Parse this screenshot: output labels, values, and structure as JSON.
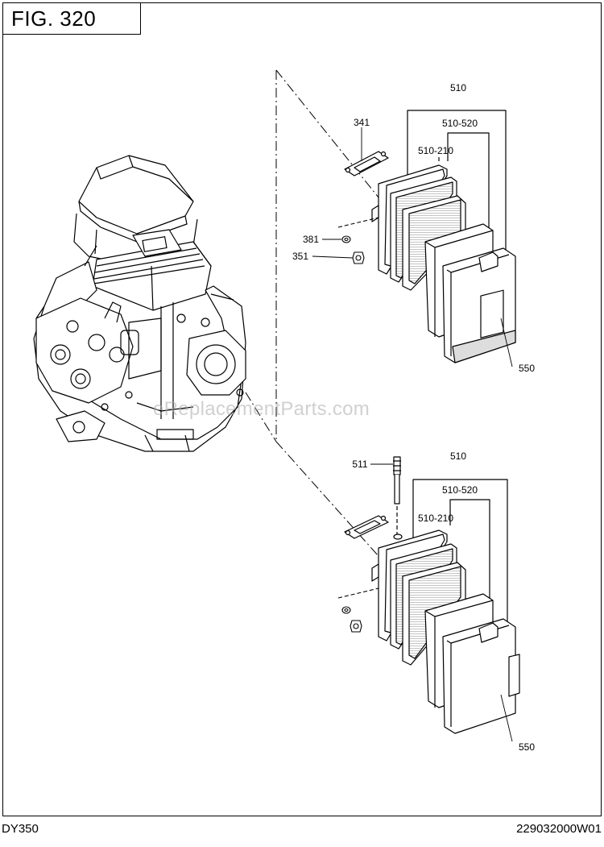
{
  "figure": {
    "title": "FIG. 320"
  },
  "footer": {
    "model": "DY350",
    "code": "229032000W01"
  },
  "watermark": "eReplacementParts.com",
  "callouts": {
    "upper": {
      "p510": "510",
      "p510_520": "510-520",
      "p510_210": "510-210",
      "p341": "341",
      "p381": "381",
      "p351": "351",
      "p550": "550"
    },
    "lower": {
      "p511": "511",
      "p510": "510",
      "p510_520": "510-520",
      "p510_210": "510-210",
      "p550": "550"
    }
  },
  "colors": {
    "line": "#000000",
    "shade": "#bdbdbd",
    "watermark": "#aaaaaa"
  }
}
